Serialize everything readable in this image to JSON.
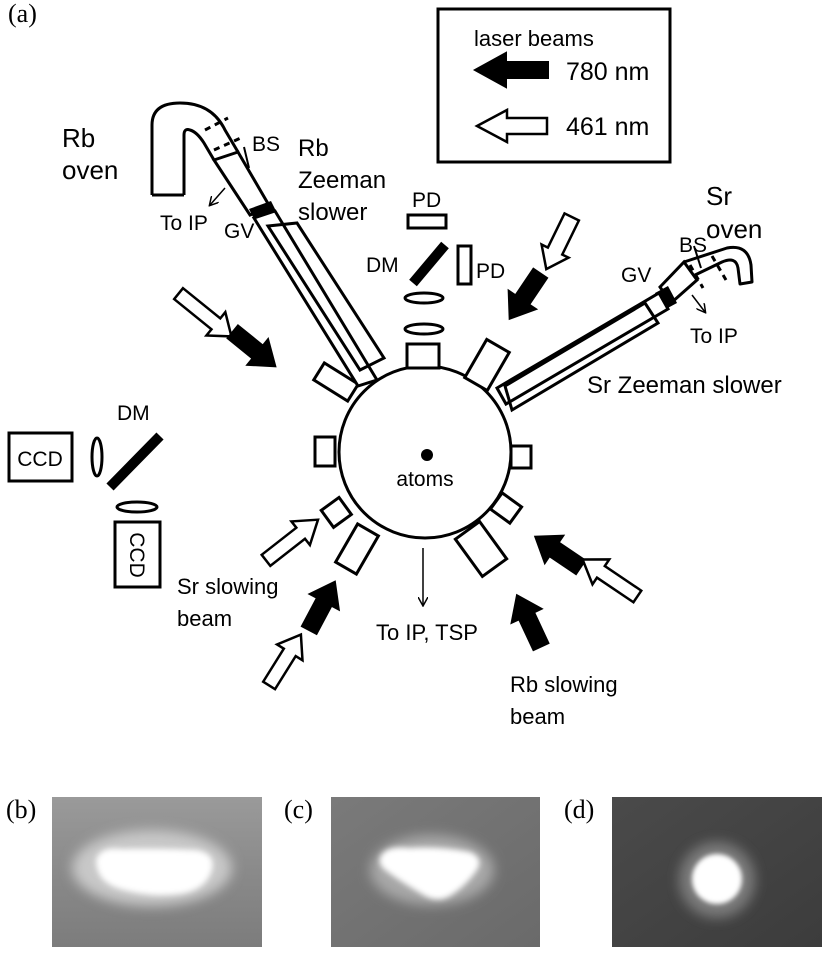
{
  "panel_labels": [
    "(a)",
    "(b)",
    "(c)",
    "(d)"
  ],
  "legend": {
    "title": "laser beams",
    "rb_wavelength": "780 nm",
    "sr_wavelength": "461 nm"
  },
  "labels": {
    "rb_oven": [
      "Rb",
      "oven"
    ],
    "rb_zeeman": [
      "Rb",
      "Zeeman",
      "slower"
    ],
    "sr_oven": [
      "Sr",
      "oven"
    ],
    "sr_zeeman": "Sr Zeeman slower",
    "bs": "BS",
    "gv": "GV",
    "to_ip": "To IP",
    "pd": "PD",
    "dm": "DM",
    "ccd": "CCD",
    "atoms": "atoms",
    "to_ip_tsp": "To IP, TSP",
    "sr_slowing": [
      "Sr slowing",
      "beam"
    ],
    "rb_slowing": [
      "Rb slowing",
      "beam"
    ]
  },
  "colors": {
    "line": "#000000",
    "rb_beam_fill": "#000000",
    "sr_beam_fill": "#ffffff",
    "background": "#ffffff"
  }
}
